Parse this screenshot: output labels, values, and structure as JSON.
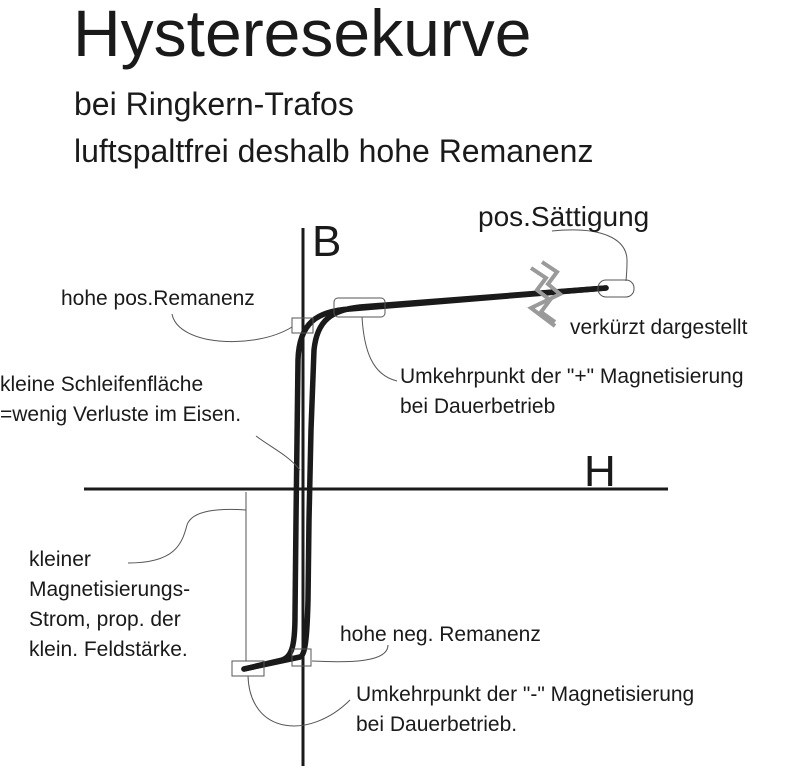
{
  "header": {
    "title": "Hysteresekurve",
    "subtitle_line1": "bei Ringkern-Trafos",
    "subtitle_line2": "luftspaltfrei deshalb hohe Remanenz"
  },
  "axes": {
    "b_label": "B",
    "h_label": "H"
  },
  "annotations": {
    "pos_saturation": "pos.Sättigung",
    "shortened": "verkürzt dargestellt",
    "high_pos_remanence": "hohe pos.Remanenz",
    "small_loop": [
      "kleine Schleifenfläche",
      "=wenig Verluste im Eisen."
    ],
    "reversal_plus": [
      "Umkehrpunkt der \"+\" Magnetisierung",
      "bei Dauerbetrieb"
    ],
    "small_current": [
      "kleiner",
      "Magnetisierungs-",
      "Strom, prop. der",
      "klein. Feldstärke."
    ],
    "high_neg_remanence": "hohe neg. Remanenz",
    "reversal_minus": [
      "Umkehrpunkt der \"-\" Magnetisierung",
      "bei Dauerbetrieb."
    ]
  },
  "colors": {
    "curve": "#1a1a1a",
    "leader": "#555555",
    "break_mark": "#9a9a9a"
  }
}
